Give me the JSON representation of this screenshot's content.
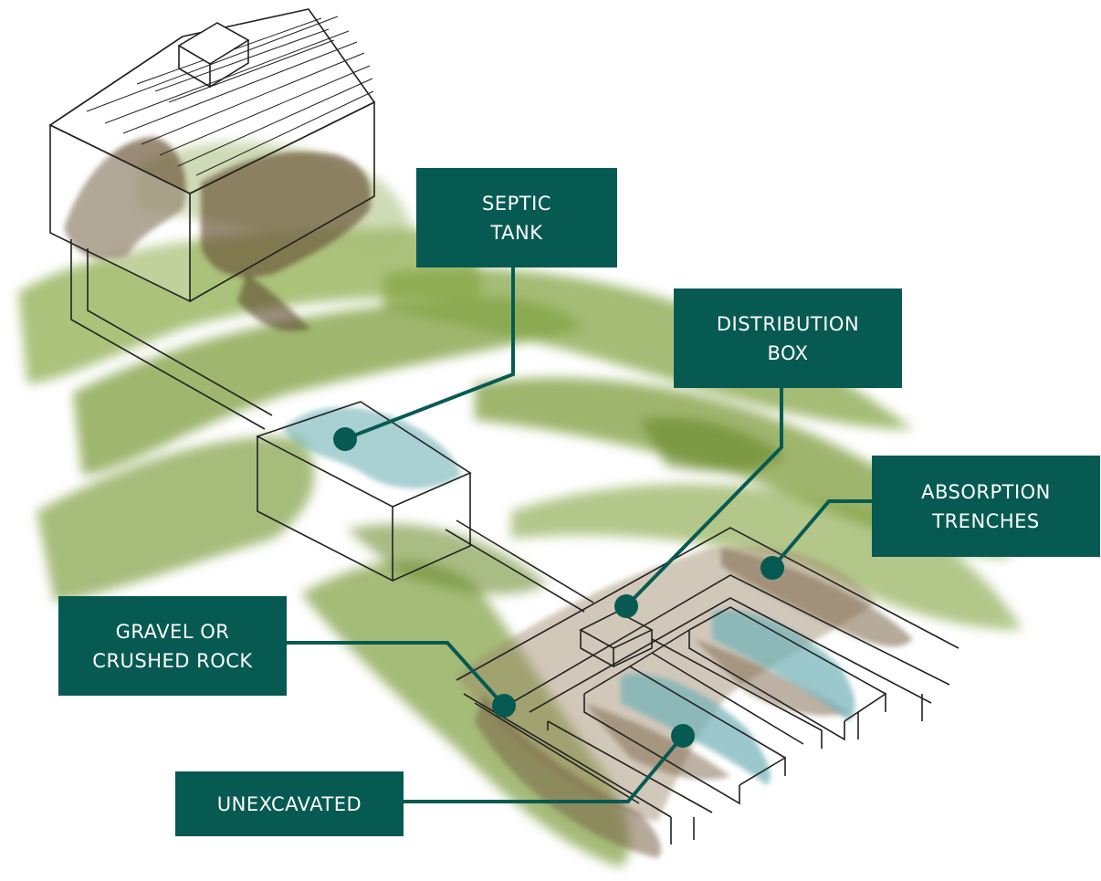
{
  "diagram": {
    "labels": {
      "septic_tank": [
        "SEPTIC",
        "TANK"
      ],
      "distribution_box": [
        "DISTRIBUTION",
        "BOX"
      ],
      "absorption_trenches": [
        "ABSORPTION",
        "TRENCHES"
      ],
      "gravel": [
        "GRAVEL OR",
        "CRUSHED ROCK"
      ],
      "unexcavated": [
        "UNEXCAVATED"
      ]
    },
    "colors": {
      "label_bg": "#075a52",
      "label_text": "#ffffff",
      "grass": "#7a9a3c",
      "soil": "#8a7356",
      "water": "#7fb9be",
      "outline": "#222222"
    }
  }
}
